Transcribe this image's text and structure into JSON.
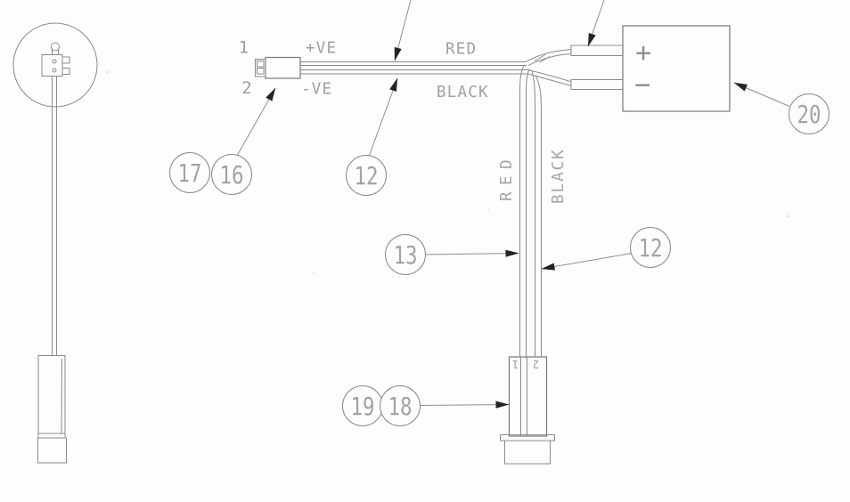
{
  "figure": {
    "type": "wiring-diagram",
    "colors": {
      "line": "#8a8a8a",
      "text": "#a0a0a0",
      "arrowhead": "#242424",
      "background": "#fdfdfb"
    },
    "connector_a": {
      "pin1": "1",
      "pin2": "2",
      "pos": "+VE",
      "neg": "-VE"
    },
    "wires": {
      "red_horizontal": "RED",
      "black_horizontal": "BLACK",
      "red_vertical": "RED",
      "black_vertical": "BLACK"
    },
    "battery_box": {
      "plus": "+",
      "minus": "−"
    },
    "connector_b": {
      "pin1": "1",
      "pin2": "2"
    },
    "callouts": [
      {
        "label": "17"
      },
      {
        "label": "16"
      },
      {
        "label": "12"
      },
      {
        "label": "13"
      },
      {
        "label": "19"
      },
      {
        "label": "18"
      },
      {
        "label": "12"
      },
      {
        "label": "20"
      }
    ]
  }
}
